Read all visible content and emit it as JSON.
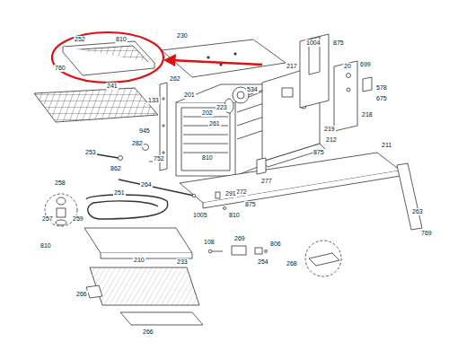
{
  "diagram": {
    "labels": [
      "252",
      "810",
      "760",
      "230",
      "1004",
      "875",
      "20",
      "699",
      "217",
      "578",
      "675",
      "218",
      "262",
      "241",
      "201",
      "534",
      "223",
      "133",
      "945",
      "202",
      "261",
      "219",
      "212",
      "810",
      "282",
      "253",
      "752",
      "862",
      "277",
      "875",
      "211",
      "264",
      "272",
      "258",
      "251",
      "875",
      "291",
      "1005",
      "810",
      "257",
      "259",
      "810",
      "263",
      "210",
      "769",
      "108",
      "269",
      "806",
      "254",
      "268",
      "233",
      "266",
      "266"
    ]
  }
}
